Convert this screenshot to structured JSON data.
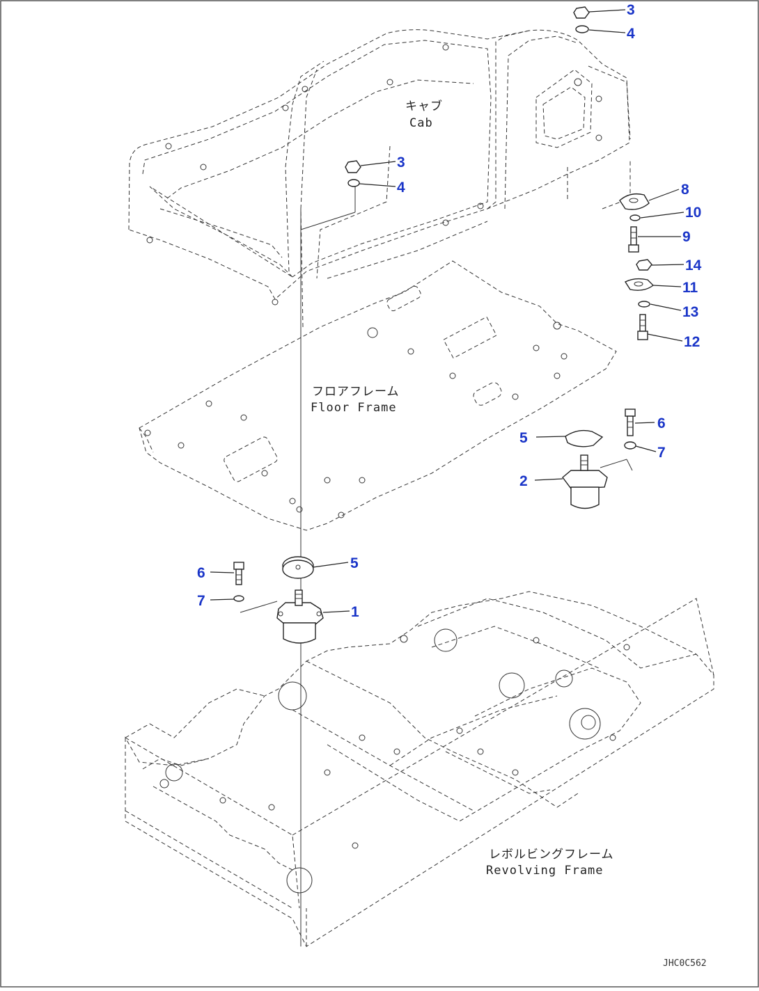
{
  "frame_labels": {
    "cab_jp": "キャブ",
    "cab_en": "Cab",
    "floor_jp": "フロアフレーム",
    "floor_en": "Floor Frame",
    "revolving_jp": "レボルビングフレーム",
    "revolving_en": "Revolving Frame"
  },
  "callouts": {
    "c1": "1",
    "c2": "2",
    "c3a": "3",
    "c3b": "3",
    "c4a": "4",
    "c4b": "4",
    "c5a": "5",
    "c5b": "5",
    "c6a": "6",
    "c6b": "6",
    "c7a": "7",
    "c7b": "7",
    "c8": "8",
    "c9": "9",
    "c10": "10",
    "c11": "11",
    "c12": "12",
    "c13": "13",
    "c14": "14"
  },
  "drawing_code": "JHC0C562",
  "colors": {
    "callout": "#1a35c8",
    "linework": "#333333"
  }
}
